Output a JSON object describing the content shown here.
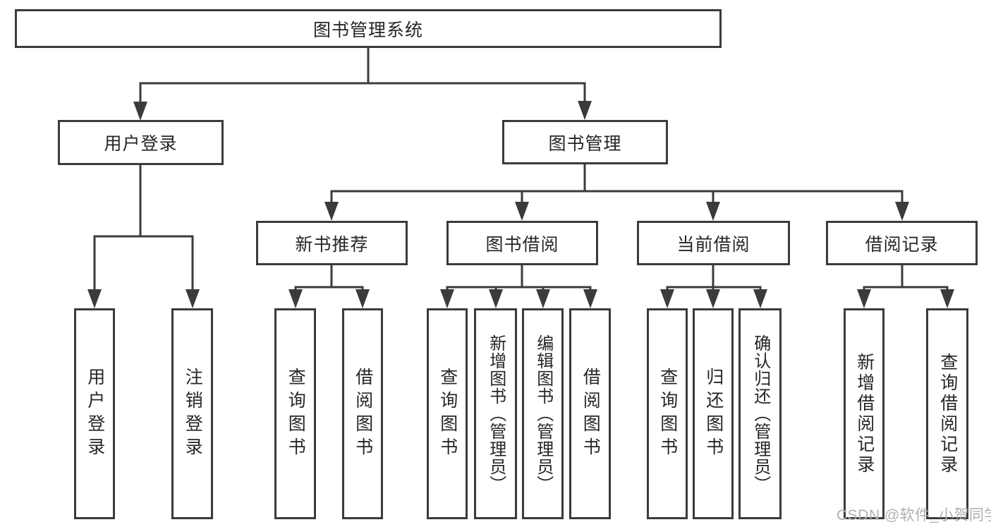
{
  "diagram_type": "hierarchy-tree",
  "colors": {
    "line": "#3b3b3b",
    "box_border": "#3b3b3b",
    "text": "#262626",
    "background": "#ffffff",
    "watermark": "#b0b0b0"
  },
  "tree": {
    "label": "图书管理系统",
    "children": [
      {
        "label": "用户登录",
        "children": [
          {
            "label": "用户登录"
          },
          {
            "label": "注销登录"
          }
        ]
      },
      {
        "label": "图书管理",
        "children": [
          {
            "label": "新书推荐",
            "children": [
              {
                "label": "查询图书"
              },
              {
                "label": "借阅图书"
              }
            ]
          },
          {
            "label": "图书借阅",
            "children": [
              {
                "label": "查询图书"
              },
              {
                "label": "新增图书（管理员）"
              },
              {
                "label": "编辑图书（管理员）"
              },
              {
                "label": "借阅图书"
              }
            ]
          },
          {
            "label": "当前借阅",
            "children": [
              {
                "label": "查询图书"
              },
              {
                "label": "归还图书"
              },
              {
                "label": "确认归还（管理员）"
              }
            ]
          },
          {
            "label": "借阅记录",
            "children": [
              {
                "label": "新增借阅记录"
              },
              {
                "label": "查询借阅记录"
              }
            ]
          }
        ]
      }
    ]
  },
  "watermark": {
    "text": "CSDN @软件_小贺同学"
  }
}
